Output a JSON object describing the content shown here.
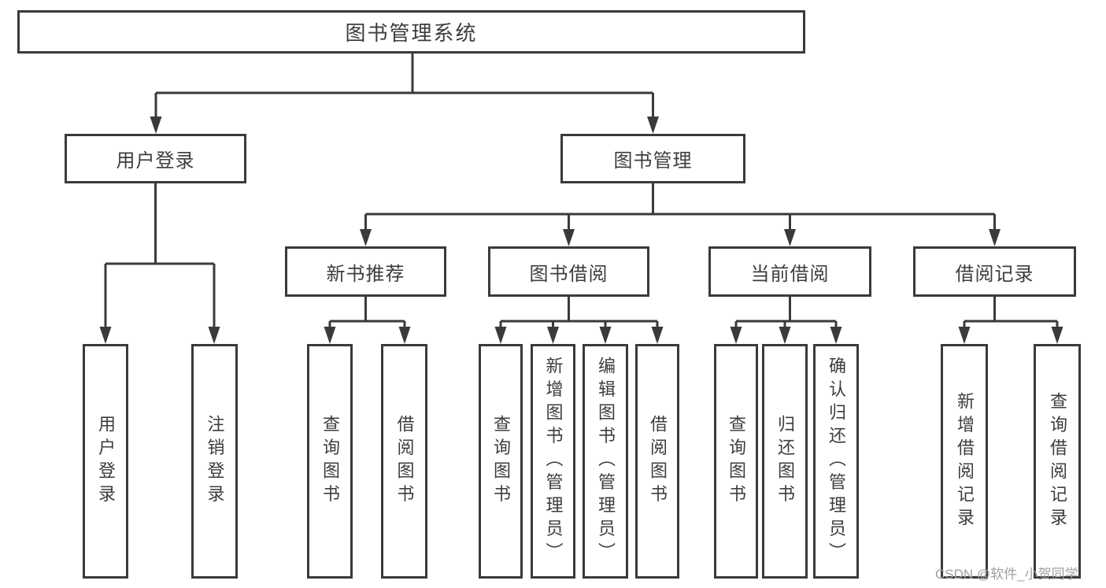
{
  "diagram": {
    "root": {
      "label": "图书管理系统"
    },
    "branches": [
      {
        "label": "用户登录",
        "children": [
          {
            "label": "用户登录"
          },
          {
            "label": "注销登录"
          }
        ]
      },
      {
        "label": "图书管理",
        "children": [
          {
            "label": "新书推荐",
            "children": [
              {
                "label": "查询图书"
              },
              {
                "label": "借阅图书"
              }
            ]
          },
          {
            "label": "图书借阅",
            "children": [
              {
                "label": "查询图书"
              },
              {
                "label": "新增图书（管理员）"
              },
              {
                "label": "编辑图书（管理员）"
              },
              {
                "label": "借阅图书"
              }
            ]
          },
          {
            "label": "当前借阅",
            "children": [
              {
                "label": "查询图书"
              },
              {
                "label": "归还图书"
              },
              {
                "label": "确认归还（管理员）"
              }
            ]
          },
          {
            "label": "借阅记录",
            "children": [
              {
                "label": "新增借阅记录"
              },
              {
                "label": "查询借阅记录"
              }
            ]
          }
        ]
      }
    ]
  },
  "watermark": {
    "text": "CSDN @软件_小贺同学"
  },
  "colors": {
    "line": "#3a3a3a",
    "text": "#3d3d3d",
    "watermark": "#a0a0a0",
    "bg": "#ffffff"
  }
}
